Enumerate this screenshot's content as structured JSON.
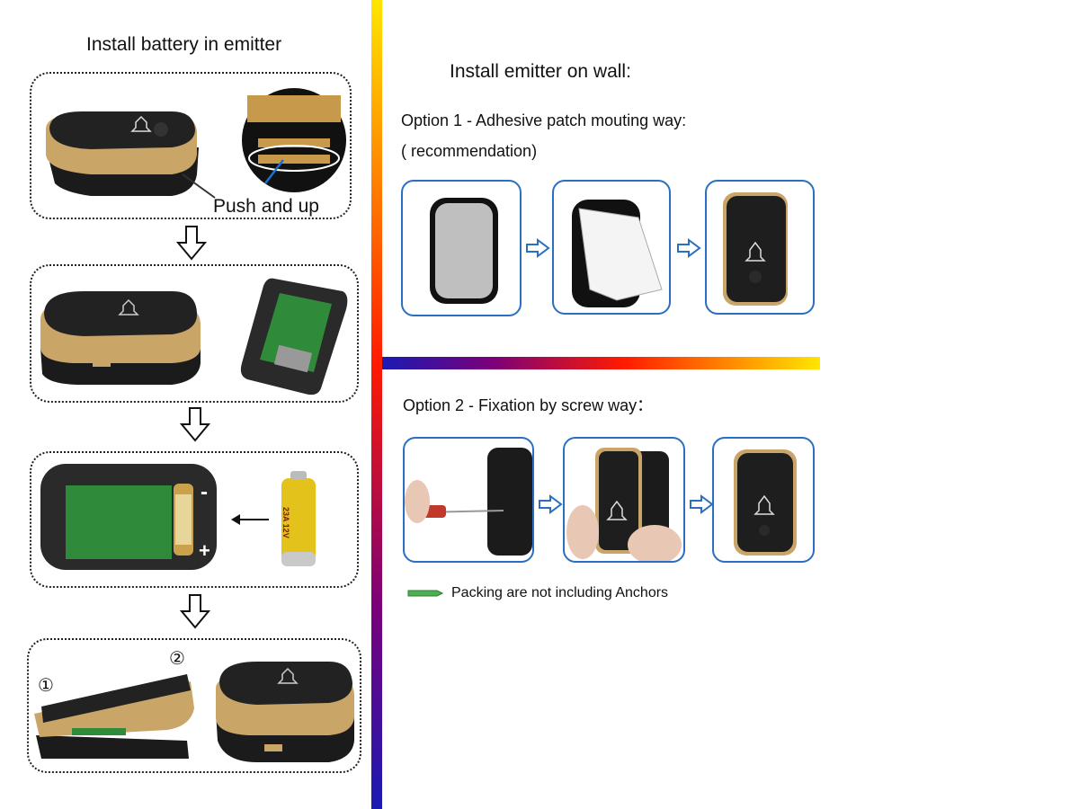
{
  "left": {
    "title": "Install battery in emitter",
    "push_label": "Push and up",
    "minus": "-",
    "plus": "+",
    "battery_text": "23A 12V",
    "step_labels": [
      "①",
      "②"
    ]
  },
  "right": {
    "title": "Install emitter on wall:",
    "option1": "Option 1 - Adhesive patch mouting way:",
    "option1_note": "( recommendation)",
    "option2": "Option 2 - Fixation by screw way：",
    "note": "Packing are not including Anchors"
  },
  "colors": {
    "frame_blue": "#2a6fc0",
    "gold": "#c9a567",
    "body_black": "#1b1b1b",
    "anchor_green": "#4caf50"
  },
  "icons": [
    "bell-icon",
    "down-arrow-icon",
    "right-arrow-icon",
    "battery-icon",
    "anchor-icon"
  ]
}
